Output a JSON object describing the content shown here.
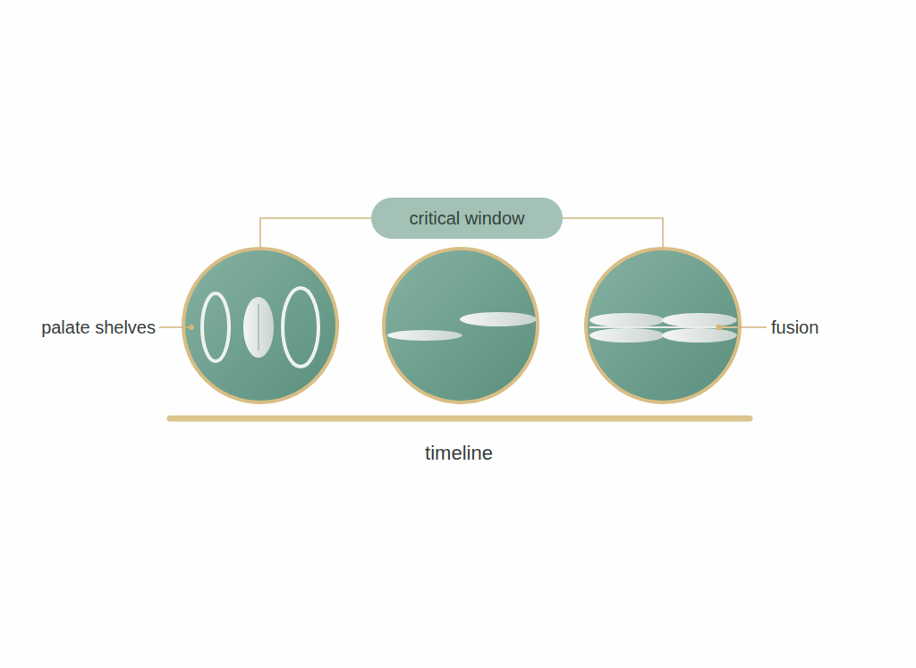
{
  "diagram": {
    "nodes": [
      {
        "text": [
          "critical window"
        ]
      }
    ],
    "labels": [
      "palate shelves",
      "fusion",
      "timeline"
    ]
  }
}
